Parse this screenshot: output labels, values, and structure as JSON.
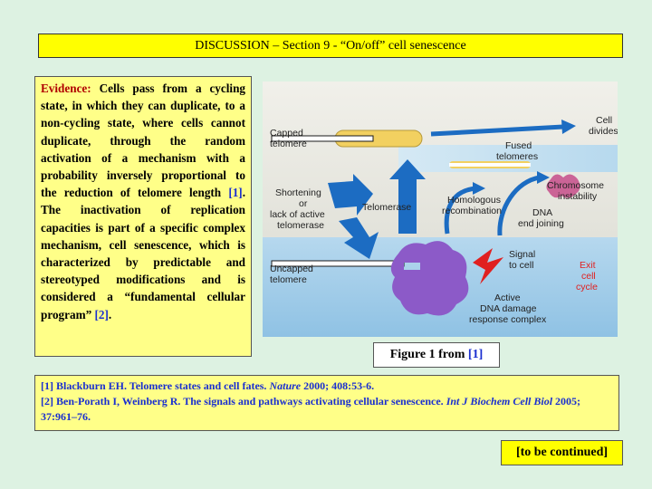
{
  "title": "DISCUSSION – Section 9 - “On/off” cell senescence",
  "evidence": {
    "label": "Evidence:",
    "text_1": "Cells pass from a cycling state, in which they can duplicate, to a non-cycling state, where cells cannot duplicate, through the random activation of a mechanism with a probability inversely proportional to the reduction of telomere length ",
    "ref_1": "[1]",
    "text_2": ". The inactivation of replication capacities is part of a specific complex mechanism, cell senescence, which is characterized by predictable and stereotyped modifications and is considered a “fundamental cellular program” ",
    "ref_2": "[2]",
    "text_3": "."
  },
  "figure": {
    "labels": {
      "capped_telomere_1": "Capped",
      "capped_telomere_2": "telomere",
      "cell_divides_1": "Cell",
      "cell_divides_2": "divides",
      "fused_telomeres_1": "Fused",
      "fused_telomeres_2": "telomeres",
      "chromosome_instability_1": "Chromosome",
      "chromosome_instability_2": "instability",
      "shortening_1": "Shortening",
      "shortening_2": "or",
      "shortening_3": "lack of active",
      "shortening_4": "telomerase",
      "telomerase": "Telomerase",
      "homologous_1": "Homologous",
      "homologous_2": "recombination",
      "dna_end_joining_1": "DNA",
      "dna_end_joining_2": "end joining",
      "uncapped_telomere_1": "Uncapped",
      "uncapped_telomere_2": "telomere",
      "signal_to_cell_1": "Signal",
      "signal_to_cell_2": "to cell",
      "exit_cell_cycle_1": "Exit",
      "exit_cell_cycle_2": "cell",
      "exit_cell_cycle_3": "cycle",
      "active_dna_1": "Active",
      "active_dna_2": "DNA damage",
      "active_dna_3": "response complex"
    },
    "colors": {
      "top_panel": "#ecebe3",
      "bottom_panel": "#aad0ea",
      "telomere_cap": "#f2d060",
      "arrow_blue": "#1c6cc2",
      "complex_purple": "#8c5ac8",
      "exit_text": "#e02020"
    }
  },
  "caption": {
    "text": "Figure 1 from ",
    "ref": "[1]"
  },
  "references": {
    "ref1_main": "[1] Blackburn EH. Telomere states and cell fates. ",
    "ref1_journal": "Nature",
    "ref1_tail": " 2000; 408:53-6.",
    "ref2_main": "[2] Ben-Porath I, Weinberg R. The signals and pathways activating cellular senescence. ",
    "ref2_journal": "Int J Biochem Cell Biol",
    "ref2_tail": " 2005; 37:961–76."
  },
  "continued": "[to be continued]"
}
